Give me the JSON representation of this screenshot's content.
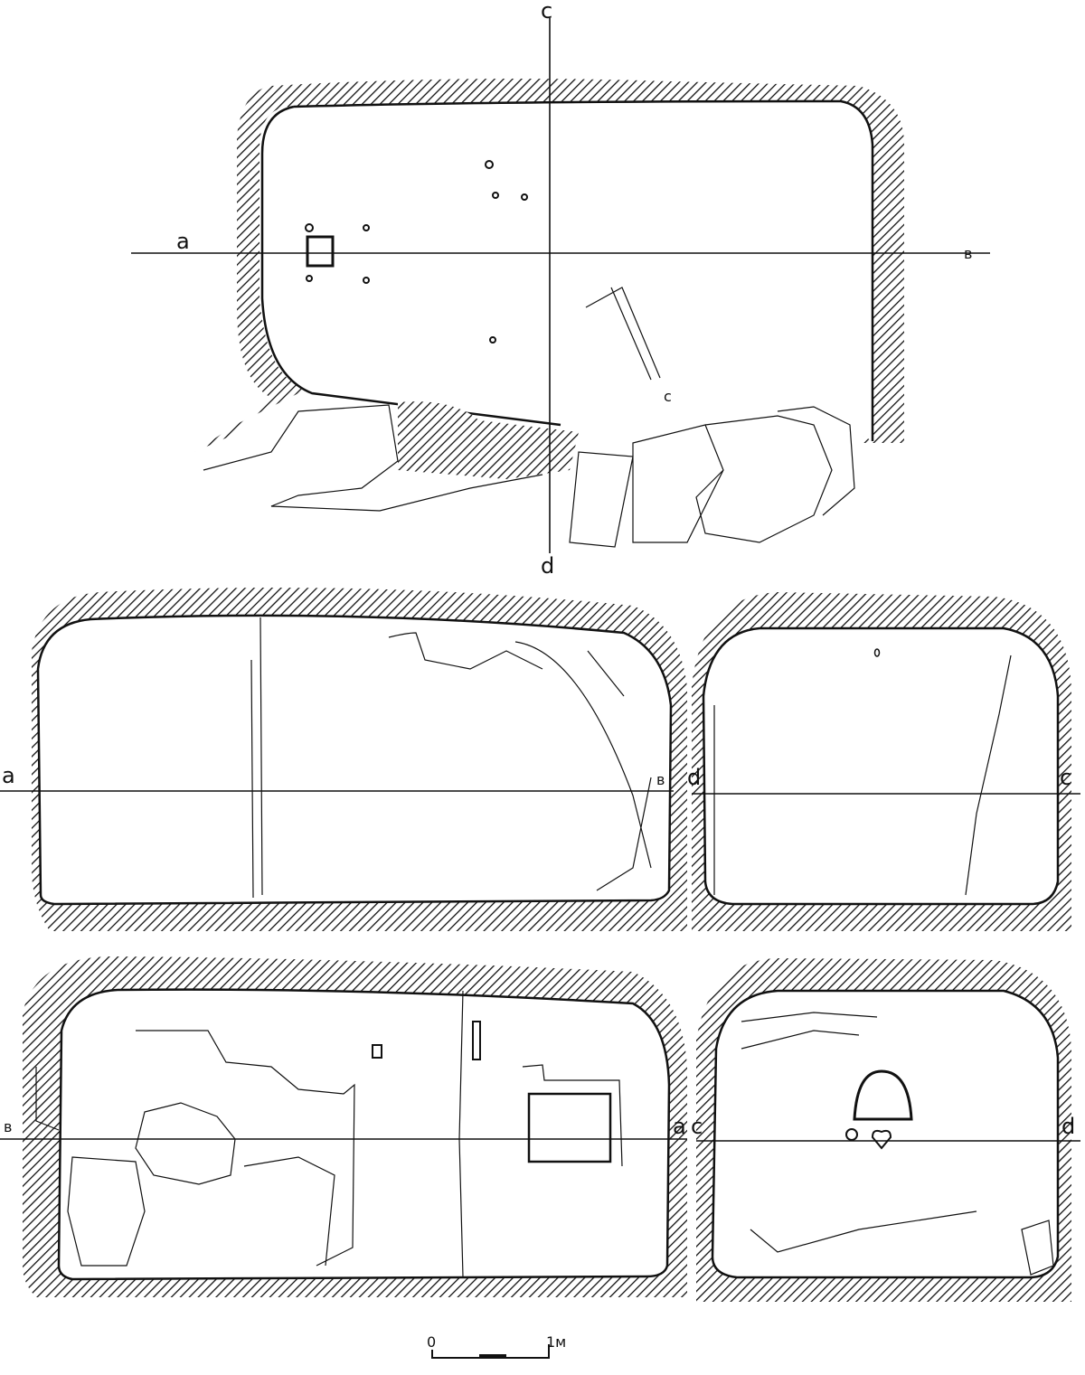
{
  "plan": {
    "labels": {
      "left": "a",
      "right": "в",
      "top": "c",
      "bottom": "d",
      "niche": "c"
    }
  },
  "section_ab": {
    "labels": {
      "left": "a",
      "right": "в"
    }
  },
  "section_dc": {
    "labels": {
      "left": "d",
      "right": "c"
    }
  },
  "section_ba": {
    "labels": {
      "left": "в",
      "right": "a"
    }
  },
  "section_cd": {
    "labels": {
      "left": "c",
      "right": "d"
    }
  },
  "scale": {
    "start": "0",
    "end": "1м"
  },
  "colors": {
    "ink": "#111111",
    "paper": "#ffffff"
  }
}
